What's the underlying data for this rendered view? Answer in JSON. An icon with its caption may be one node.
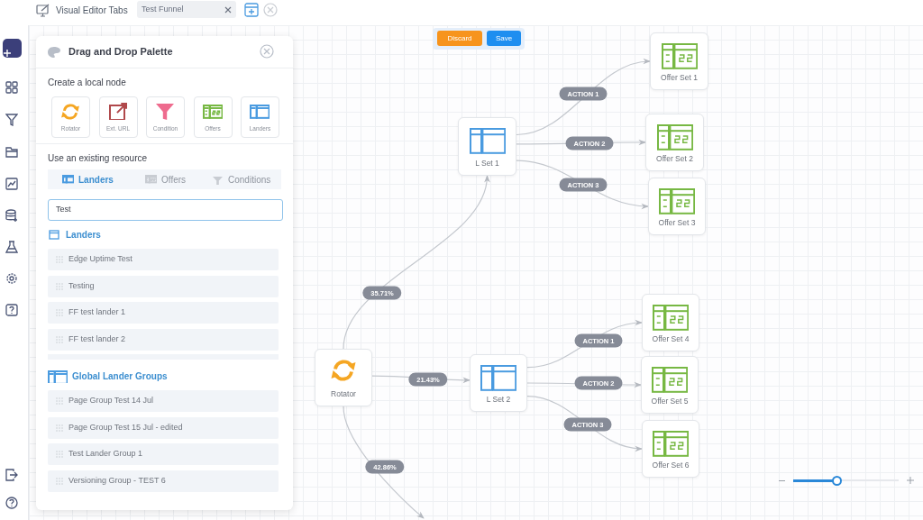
{
  "diagram": {
    "nodes": [
      {
        "text": [
          "Rotator"
        ]
      },
      {
        "text": [
          "L Set 1"
        ]
      },
      {
        "text": [
          "L Set 2"
        ]
      },
      {
        "text": [
          "Offer Set 1"
        ]
      },
      {
        "text": [
          "Offer Set 2"
        ]
      },
      {
        "text": [
          "Offer Set 3"
        ]
      },
      {
        "text": [
          "Offer Set 4"
        ]
      },
      {
        "text": [
          "Offer Set 5"
        ]
      },
      {
        "text": [
          "Offer Set 6"
        ]
      }
    ],
    "edges": [
      {
        "from": 0,
        "to": 1,
        "arrow": "to",
        "label": "35.71%"
      },
      {
        "from": 0,
        "to": 2,
        "arrow": "to",
        "label": "21.43%"
      },
      {
        "from": 0,
        "to": null,
        "arrow": "to",
        "label": "42.86%"
      },
      {
        "from": 1,
        "to": 3,
        "arrow": "to",
        "label": "ACTION 1"
      },
      {
        "from": 1,
        "to": 4,
        "arrow": "to",
        "label": "ACTION 2"
      },
      {
        "from": 1,
        "to": 5,
        "arrow": "to",
        "label": "ACTION 3"
      },
      {
        "from": 2,
        "to": 6,
        "arrow": "to",
        "label": "ACTION 1"
      },
      {
        "from": 2,
        "to": 7,
        "arrow": "to",
        "label": "ACTION 2"
      },
      {
        "from": 2,
        "to": 8,
        "arrow": "to",
        "label": "ACTION 3"
      }
    ],
    "labels": [
      "Visual Editor Tabs",
      "Test Funnel",
      "Discard",
      "Save",
      "Drag and Drop Palette",
      "Create a local node",
      "Rotator",
      "Ext. URL",
      "Condition",
      "Offers",
      "Landers",
      "Use an existing resource",
      "Landers",
      "Offers",
      "Conditions",
      "Test",
      "Landers",
      "Edge Uptime Test",
      "Testing",
      "FF test lander 1",
      "FF test lander 2",
      "Global Lander Groups",
      "Page Group Test 14 Jul",
      "Page Group Test 15 Jul - edited",
      "Test Lander Group 1",
      "Versioning Group - TEST 6"
    ]
  }
}
